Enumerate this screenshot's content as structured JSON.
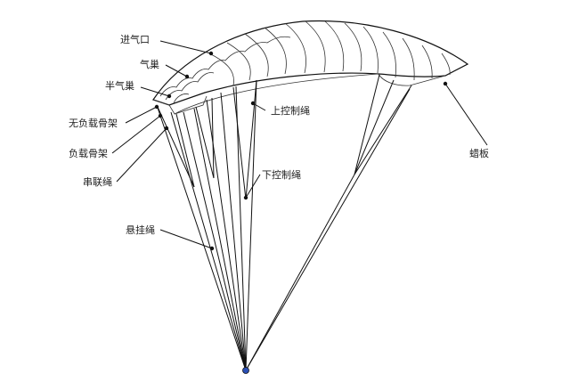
{
  "labels": {
    "air_intake": "进气口",
    "air_cell": "气巢",
    "half_air_cell": "半气巢",
    "unloaded_rib": "无负载骨架",
    "loaded_rib": "负载骨架",
    "cascade_line": "串联绳",
    "suspension_line": "悬挂绳",
    "upper_control_line": "上控制绳",
    "lower_control_line": "下控制绳",
    "stabilizer": "蜡板"
  },
  "colors": {
    "line": "#111111",
    "riser_point": "#2a4fb5"
  }
}
